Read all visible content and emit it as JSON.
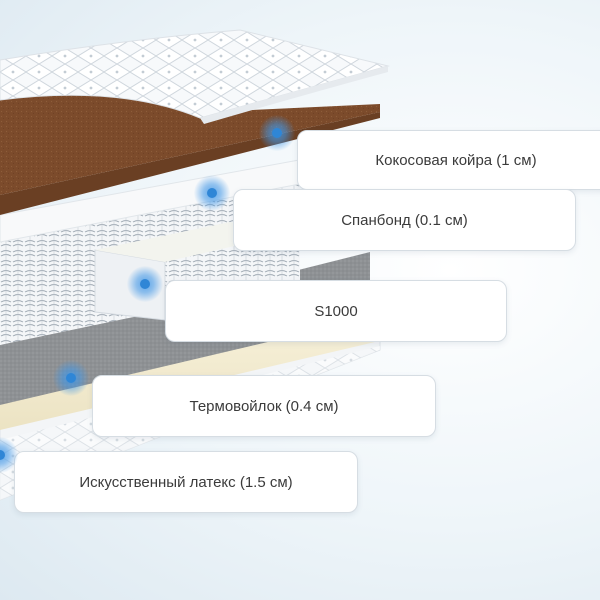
{
  "layers": [
    {
      "id": "coir",
      "label": "Кокосовая койра (1 см)"
    },
    {
      "id": "spunbond",
      "label": "Спанбонд (0.1 см)"
    },
    {
      "id": "s1000",
      "label": "S1000"
    },
    {
      "id": "felt",
      "label": "Термовойлок (0.4 см)"
    },
    {
      "id": "latex",
      "label": "Искусственный латекс (1.5 см)"
    }
  ],
  "colors": {
    "accent": "#2f86d6",
    "coir": "#7b4a2a",
    "felt": "#8d8f92",
    "latex": "#f3ecd2",
    "cover": "#f4f6f8"
  }
}
